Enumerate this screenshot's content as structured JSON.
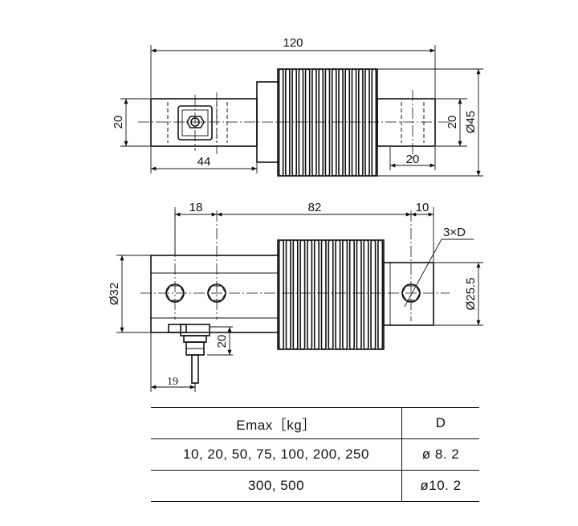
{
  "dimensions": {
    "top_view": {
      "overall_length": "120",
      "end_height_left": "20",
      "end_height_right": "20",
      "body_diameter": "Ø45",
      "left_block_length": "44",
      "right_block_length": "20"
    },
    "side_view": {
      "hole_spacing_left": "18",
      "hole_spacing_main": "82",
      "right_offset": "10",
      "hole_callout": "3×D",
      "left_diameter": "Ø32",
      "right_diameter": "Ø25.5",
      "connector_height": "20",
      "connector_offset": "19"
    }
  },
  "table": {
    "headers": [
      "Emax［kg］",
      "D"
    ],
    "rows": [
      [
        "10, 20, 50, 75, 100, 200, 250",
        "ø 8. 2"
      ],
      [
        "300, 500",
        "ø10. 2"
      ]
    ]
  }
}
